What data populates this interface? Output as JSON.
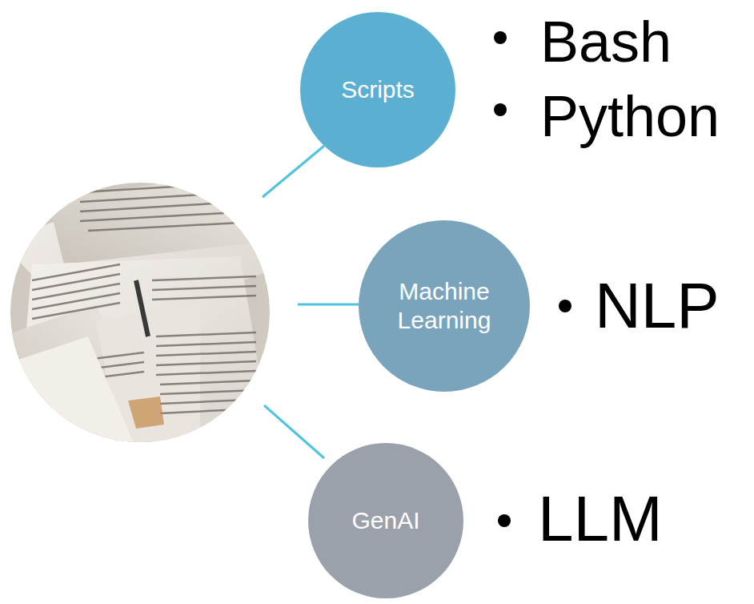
{
  "diagram": {
    "nodes": [
      {
        "text": [
          "Scripts"
        ]
      },
      {
        "text": [
          "Machine Learning"
        ]
      },
      {
        "text": [
          "GenAI"
        ]
      }
    ],
    "labels": [
      "Bash",
      "Python",
      "NLP",
      "LLM"
    ]
  }
}
